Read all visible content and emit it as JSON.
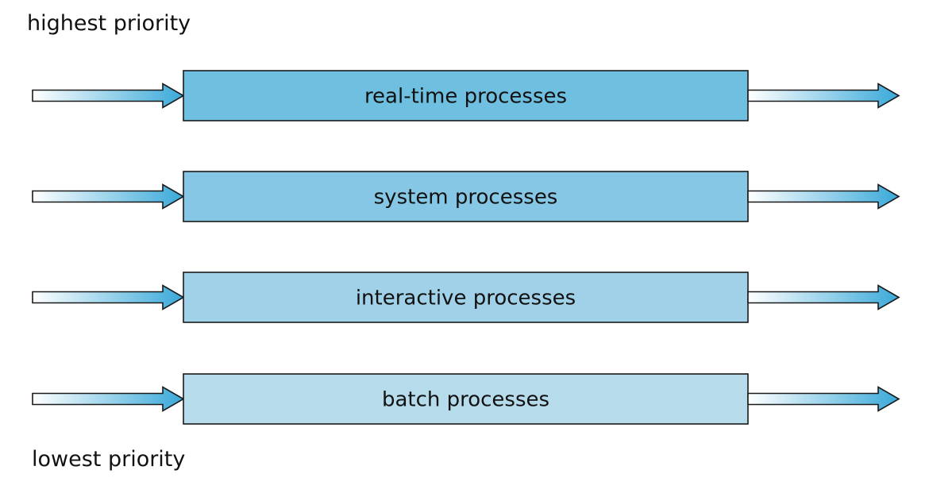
{
  "labels": {
    "top": "highest priority",
    "bottom": "lowest priority"
  },
  "queues": [
    {
      "label": "real-time processes",
      "color": "#6fbfe0"
    },
    {
      "label": "system processes",
      "color": "#85c7e4"
    },
    {
      "label": "interactive processes",
      "color": "#a0d1e8"
    },
    {
      "label": "batch processes",
      "color": "#b6dcec"
    }
  ],
  "arrow_colors": {
    "start": "#ffffff",
    "end": "#3aa9d9"
  }
}
